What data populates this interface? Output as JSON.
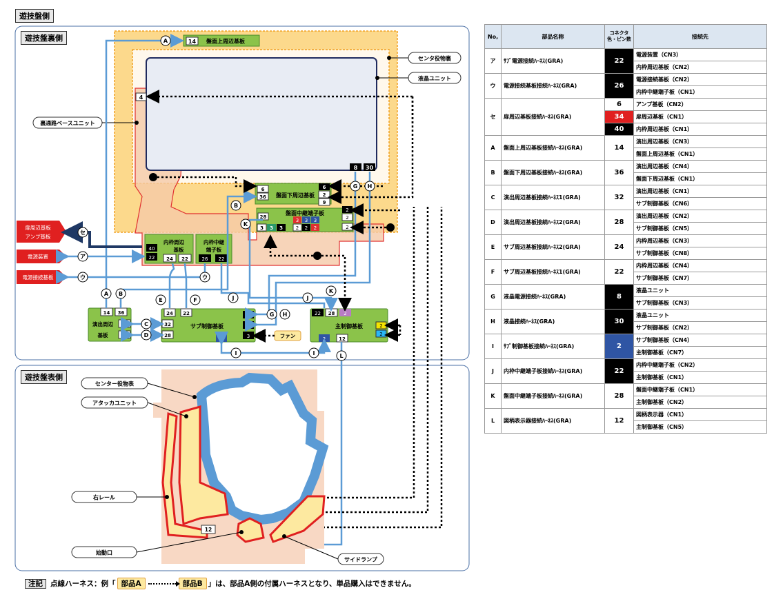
{
  "page_title": "遊技盤側",
  "sections": {
    "back": "遊技盤裏側",
    "front": "遊技盤表側"
  },
  "callouts": {
    "center_back": "センタ役物裏",
    "lcd": "液晶ユニット",
    "relay_base": "裏通路ベースユニット",
    "center_front": "センター役物表",
    "attacker": "アタッカユニット",
    "right_rail": "右レール",
    "start_port": "始動口",
    "side_lamp": "サイドランプ"
  },
  "boards": {
    "top": "盤面上周辺基板",
    "lower": "盤面下周辺基板",
    "relay_terminal": "盤面中継端子板",
    "inner_frame": "内枠周辺基板",
    "inner_relay": "内枠中継端子板",
    "effect": "演出周辺基板",
    "sub_ctrl": "サブ制御基板",
    "main_ctrl": "主制御基板",
    "fan": "ファン"
  },
  "external": {
    "frame_amp": "扉周辺基板 アンプ基板",
    "power": "電源装置",
    "power_conn": "電源接続基板"
  },
  "note": {
    "tag": "注記",
    "lead": "点線ハーネス：例「",
    "part_a": "部品A",
    "part_b": "部品B",
    "tail": "」は、部品A側の付属ハーネスとなり、単品購入はできません。"
  },
  "table": {
    "headers": [
      "No,",
      "部品名称",
      "コネクタ色・ピン数",
      "接続先"
    ],
    "rows": [
      {
        "no": "ア",
        "name": "ｻﾌﾞ電源接続ﾊｰﾈｽ(GRA)",
        "pins": [
          {
            "v": "22",
            "c": "black"
          }
        ],
        "dest": [
          "電源装置（CN3）",
          "内枠周辺基板（CN2）"
        ]
      },
      {
        "no": "ウ",
        "name": "電源接続基板接続ﾊｰﾈｽ(GRA)",
        "pins": [
          {
            "v": "26",
            "c": "black"
          }
        ],
        "dest": [
          "電源接続基板（CN2）",
          "内枠中継端子板（CN1）"
        ]
      },
      {
        "no": "セ",
        "name": "扉周辺基板接続ﾊｰﾈｽ(GRA)",
        "pins": [
          {
            "v": "6",
            "c": ""
          },
          {
            "v": "34",
            "c": "red"
          },
          {
            "v": "40",
            "c": "black"
          }
        ],
        "dest": [
          "アンプ基板（CN2）",
          "扉周辺基板（CN1）",
          "内枠周辺基板（CN1）"
        ]
      },
      {
        "no": "A",
        "name": "盤面上周辺基板接続ﾊｰﾈｽ(GRA)",
        "pins": [
          {
            "v": "14",
            "c": ""
          }
        ],
        "dest": [
          "演出周辺基板（CN3）",
          "盤面上周辺基板（CN1）"
        ]
      },
      {
        "no": "B",
        "name": "盤面下周辺基板接続ﾊｰﾈｽ(GRA)",
        "pins": [
          {
            "v": "36",
            "c": ""
          }
        ],
        "dest": [
          "演出周辺基板（CN4）",
          "盤面下周辺基板（CN1）"
        ]
      },
      {
        "no": "C",
        "name": "演出周辺基板接続ﾊｰﾈｽ1(GRA)",
        "pins": [
          {
            "v": "32",
            "c": ""
          }
        ],
        "dest": [
          "演出周辺基板（CN1）",
          "サブ制御基板（CN6）"
        ]
      },
      {
        "no": "D",
        "name": "演出周辺基板接続ﾊｰﾈｽ2(GRA)",
        "pins": [
          {
            "v": "28",
            "c": ""
          }
        ],
        "dest": [
          "演出周辺基板（CN2）",
          "サブ制御基板（CN5）"
        ]
      },
      {
        "no": "E",
        "name": "サブ周辺基板接続ﾊｰﾈｽ2(GRA)",
        "pins": [
          {
            "v": "24",
            "c": ""
          }
        ],
        "dest": [
          "内枠周辺基板（CN3）",
          "サブ制御基板（CN8）"
        ]
      },
      {
        "no": "F",
        "name": "サブ周辺基板接続ﾊｰﾈｽ1(GRA)",
        "pins": [
          {
            "v": "22",
            "c": ""
          }
        ],
        "dest": [
          "内枠周辺基板（CN4）",
          "サブ制御基板（CN7）"
        ]
      },
      {
        "no": "G",
        "name": "液晶電源接続ﾊｰﾈｽ(GRA)",
        "pins": [
          {
            "v": "8",
            "c": "black"
          }
        ],
        "dest": [
          "液晶ユニット",
          "サブ制御基板（CN3）"
        ]
      },
      {
        "no": "H",
        "name": "液晶接続ﾊｰﾈｽ(GRA)",
        "pins": [
          {
            "v": "30",
            "c": "black"
          }
        ],
        "dest": [
          "液晶ユニット",
          "サブ制御基板（CN2）"
        ]
      },
      {
        "no": "I",
        "name": "ｻﾌﾞ制御基板接続ﾊｰﾈｽ(GRA)",
        "pins": [
          {
            "v": "2",
            "c": "blue"
          }
        ],
        "dest": [
          "サブ制御基板（CN4）",
          "主制御基板（CN7）"
        ]
      },
      {
        "no": "J",
        "name": "内枠中継端子板接続ﾊｰﾈｽ(GRA)",
        "pins": [
          {
            "v": "22",
            "c": "black"
          }
        ],
        "dest": [
          "内枠中継端子板（CN2）",
          "主制御基板（CN1）"
        ]
      },
      {
        "no": "K",
        "name": "盤面中継端子板接続ﾊｰﾈｽ(GRA)",
        "pins": [
          {
            "v": "28",
            "c": ""
          }
        ],
        "dest": [
          "盤面中継端子板（CN1）",
          "主制御基板（CN2）"
        ]
      },
      {
        "no": "L",
        "name": "図柄表示器接続ﾊｰﾈｽ(GRA)",
        "pins": [
          {
            "v": "12",
            "c": ""
          }
        ],
        "dest": [
          "図柄表示器（CN1）",
          "主制御基板（CN5）"
        ]
      }
    ]
  }
}
